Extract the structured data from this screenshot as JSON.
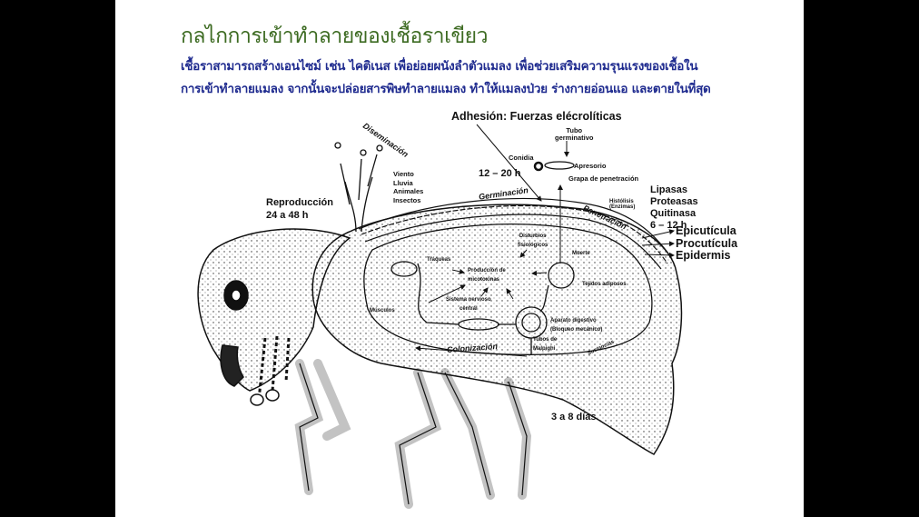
{
  "slide": {
    "title": "กลไกการเข้าทำลายของเชื้อราเขียว",
    "body_lines": [
      "เชื้อราสามารถสร้างเอนไซม์ เช่น ไคติเนส เพื่อย่อยผนังลำตัวแมลง เพื่อช่วยเสริมความรุนแรงของเชื้อใน",
      "การเข้าทำลายแมลง จากนั้นจะปล่อยสารพิษทำลายแมลง  ทำให้แมลงป่วย ร่างกายอ่อนแอ และตายในที่สุด"
    ]
  },
  "diagram": {
    "adhesion": "Adhesión: Fuerzas elécrolíticas",
    "tubo": [
      "Tubo",
      "germinativo"
    ],
    "conidia": "Conidia",
    "apresorio": "Apresorio",
    "grapa": "Grapa de penetración",
    "time_germination": "12 – 20 h",
    "germinacion": "Germinación",
    "histolisis": [
      "Histólisis",
      "(Enzimas)"
    ],
    "enzymes": [
      "Lipasas",
      "Proteasas",
      "Quitinasa",
      "6 – 12 h"
    ],
    "penetracion": "Penetración",
    "layers": [
      "Epicutícula",
      "Procutícula",
      "Epidermis"
    ],
    "diseminacion": "Diseminación",
    "agents": [
      "Viento",
      "Lluvia",
      "Animales",
      "Insectos"
    ],
    "reproduccion": [
      "Reproducción",
      "24 a 48 h"
    ],
    "disturbios": [
      "Disturbios",
      "fisiológicos"
    ],
    "muerte": "Muerte",
    "traqueas": "Tráqueas",
    "micotoxinas": [
      "Producción de",
      "micotoxinas"
    ],
    "tejidos": "Tejidos adiposos",
    "sistema": [
      "Sistema nervioso",
      "central"
    ],
    "musculos": "Músculos",
    "aparato": [
      "Aparato digestivo",
      "(Bloqueo mecánico)"
    ],
    "tubos": [
      "Tubos de",
      "Malpighi"
    ],
    "colonizacion": "Colonización",
    "sustancias": "Sustancias",
    "time_colonization": "3 a 8 días"
  }
}
